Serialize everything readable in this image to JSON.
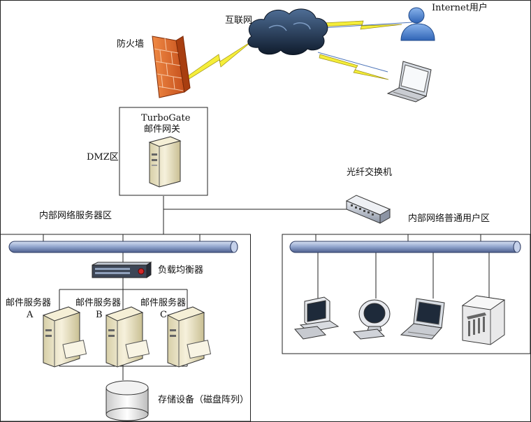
{
  "labels": {
    "internet": "互联网",
    "internet_user": "Internet用户",
    "firewall": "防火墙",
    "gateway_line1": "TurboGate",
    "gateway_line2": "邮件网关",
    "dmz": "DMZ区",
    "switch": "光纤交换机",
    "server_zone": "内部网络服务器区",
    "user_zone": "内部网络普通用户区",
    "load_balancer": "负载均衡器",
    "mail_server": "邮件服务器",
    "server_a": "A",
    "server_b": "B",
    "server_c": "C",
    "storage": "存储设备（磁盘阵列）"
  },
  "colors": {
    "bus_fill": "#a9b8d6",
    "bus_stroke": "#2e3c63",
    "firewall": "#e06a2a",
    "cloud": "#1d2e48",
    "lightning": "#f5ee3a",
    "user_blue": "#4d87d3",
    "server_body": "#efe7c8"
  }
}
